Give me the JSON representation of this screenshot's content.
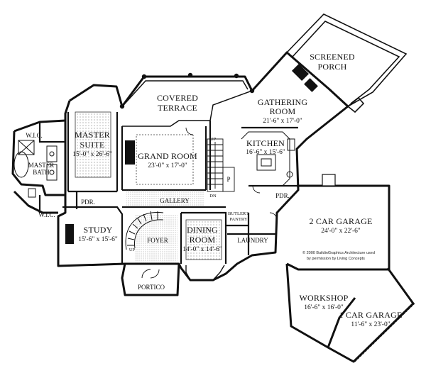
{
  "rooms": {
    "screened_porch": {
      "name_line1": "SCREENED",
      "name_line2": "PORCH"
    },
    "covered_terrace": {
      "name_line1": "COVERED",
      "name_line2": "TERRACE"
    },
    "gathering_room": {
      "name_line1": "GATHERING",
      "name_line2": "ROOM",
      "dims": "21'-6\" x 17'-0\""
    },
    "master_suite": {
      "name_line1": "MASTER",
      "name_line2": "SUITE",
      "dims": "15'-0\" x 26'-6\""
    },
    "grand_room": {
      "name": "GRAND ROOM",
      "dims": "23'-0\" x 17'-0\""
    },
    "kitchen": {
      "name": "KITCHEN",
      "dims": "16'-6\" x 15'-6\""
    },
    "master_bath": {
      "name_line1": "MASTER",
      "name_line2": "BATH"
    },
    "wic_top": {
      "name": "W.I.C."
    },
    "wic_bottom": {
      "name": "W.I.C."
    },
    "gallery": {
      "name": "GALLERY"
    },
    "pdr_left": {
      "name": "PDR."
    },
    "pdr_right": {
      "name": "PDR."
    },
    "study": {
      "name": "STUDY",
      "dims": "15'-6\" x 15'-6\""
    },
    "foyer": {
      "name": "FOYER"
    },
    "dining_room": {
      "name_line1": "DINING",
      "name_line2": "ROOM",
      "dims": "14'-0\" x 14'-6\""
    },
    "butlers_pantry": {
      "name_line1": "BUTLER'S",
      "name_line2": "PANTRY"
    },
    "laundry": {
      "name": "LAUNDRY"
    },
    "garage_2car": {
      "name": "2 CAR GARAGE",
      "dims": "24'-0\" x 22'-6\""
    },
    "portico": {
      "name": "PORTICO"
    },
    "workshop": {
      "name": "WORKSHOP",
      "dims": "16'-6\" x 16'-0\""
    },
    "garage_1car": {
      "name": "1 CAR GARAGE",
      "dims": "11'-6\" x 23'-0\""
    }
  },
  "stair_marks": {
    "up_top": "UP",
    "dn": "DN",
    "up_foyer": "UP",
    "p": "P"
  },
  "copyright": {
    "line1": "© 2000 BuildinGraphics Architecture used",
    "line2": "by permission by Living Concepts"
  }
}
